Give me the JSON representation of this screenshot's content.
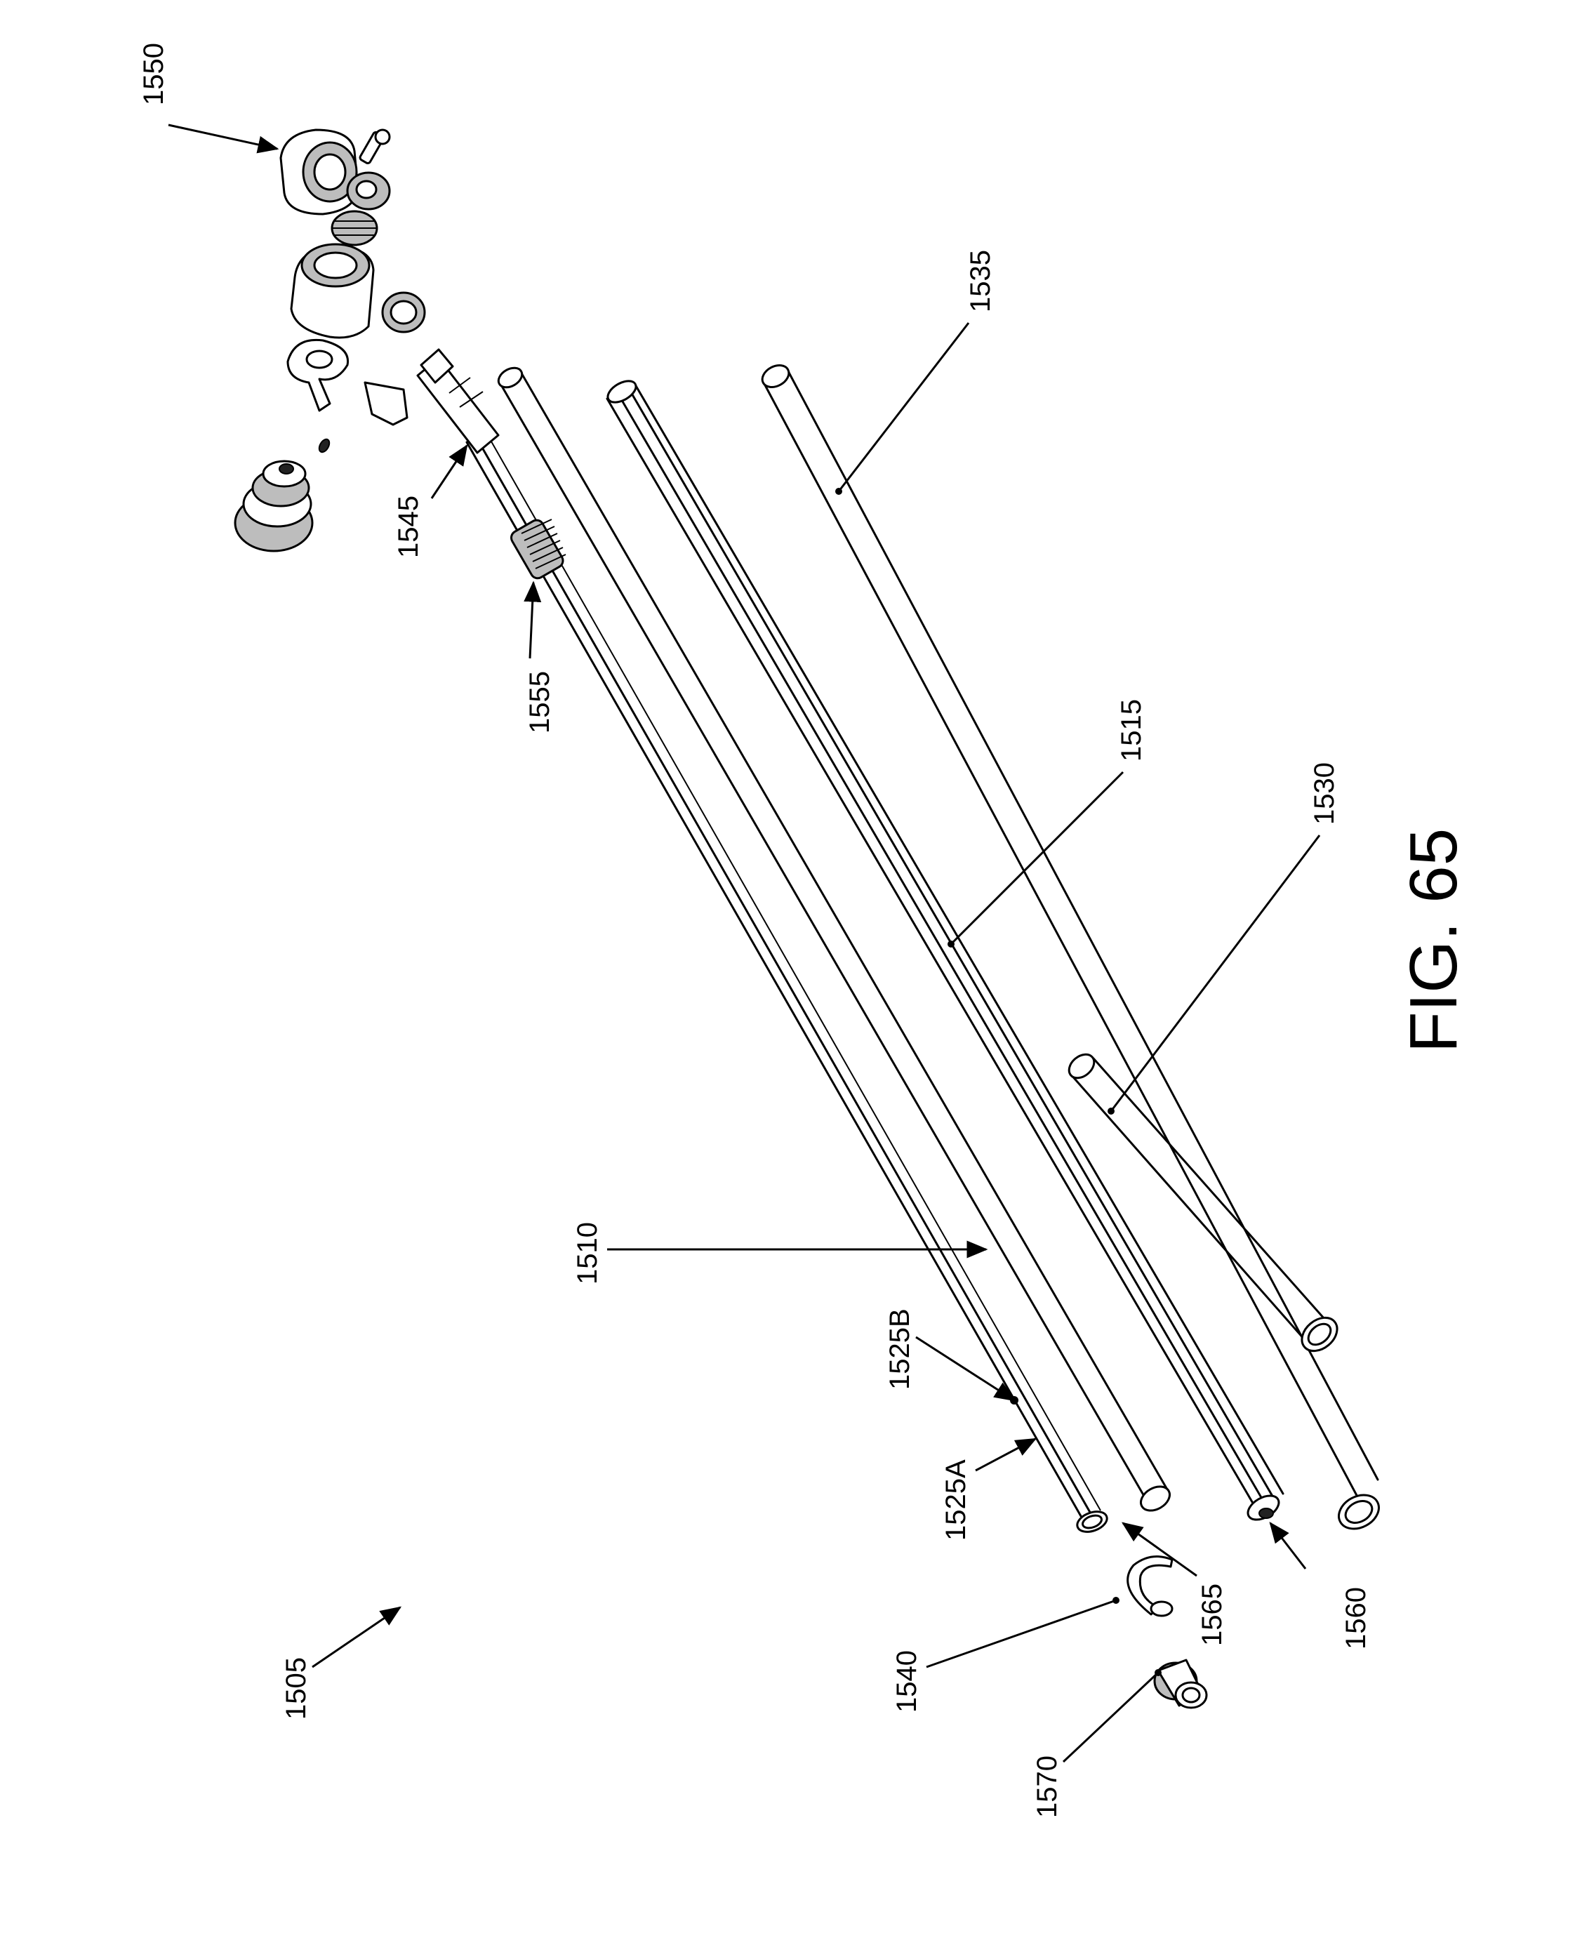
{
  "figure": {
    "caption": "FIG. 65",
    "labels": {
      "l1505": "1505",
      "l1510": "1510",
      "l1515": "1515",
      "l1525A": "1525A",
      "l1525B": "1525B",
      "l1530": "1530",
      "l1535": "1535",
      "l1540": "1540",
      "l1545": "1545",
      "l1550": "1550",
      "l1555": "1555",
      "l1560": "1560",
      "l1565": "1565",
      "l1570": "1570"
    }
  }
}
